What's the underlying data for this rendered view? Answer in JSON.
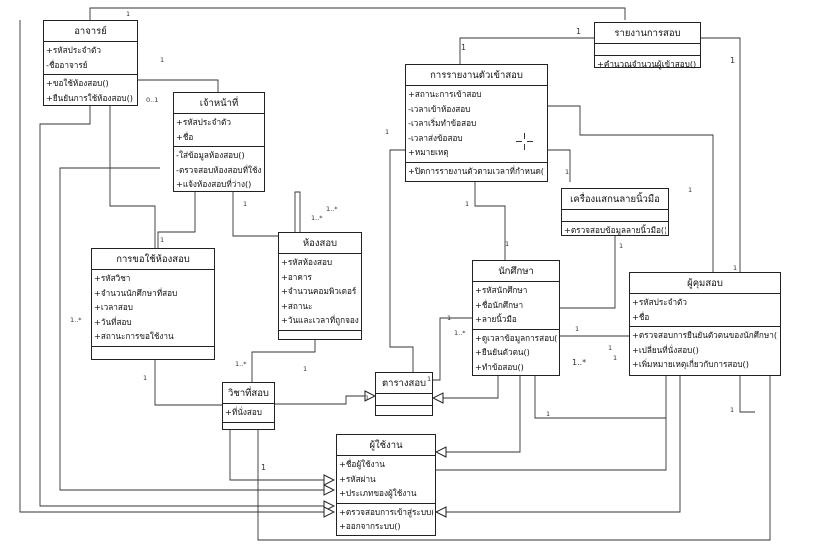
{
  "classes": {
    "teacher": {
      "name": "อาจารย์",
      "attributes": [
        "+รหัสประจำตัว",
        "-ชื่ออาจารย์"
      ],
      "methods": [
        "+ขอใช้ห้องสอบ()",
        "+ยืนยันการใช้ห้องสอบ()"
      ]
    },
    "officer": {
      "name": "เจ้าหน้าที่",
      "attributes": [
        "+รหัสประจำตัว",
        "+ชื่อ"
      ],
      "methods": [
        "-ใส่ข้อมูลห้องสอบ()",
        "-ตรวจสอบห้องสอบที่ใช้งานได้()",
        "+แจ้งห้องสอบที่ว่าง()"
      ]
    },
    "exam_report": {
      "name": "รายงานการสอบ",
      "attributes": [],
      "methods": [
        "+คำนวณจำนวนผู้เข้าสอบ()"
      ]
    },
    "attendance_report": {
      "name": "การรายงานตัวเข้าสอบ",
      "attributes": [
        "+สถานะการเข้าสอบ",
        "-เวลาเข้าห้องสอบ",
        "-เวลาเริ่มทำข้อสอบ",
        "-เวลาส่งข้อสอบ",
        "+หมายเหตุ"
      ],
      "methods": [
        "+ปิดการรายงานตัวตามเวลาที่กำหนด()"
      ]
    },
    "fingerprint_scanner": {
      "name": "เครื่องแสกนลายนิ้วมือ",
      "attributes": [],
      "methods": [
        "+ตรวจสอบข้อมูลลายนิ้วมือ()"
      ]
    },
    "room_request": {
      "name": "การขอใช้ห้องสอบ",
      "attributes": [
        "+รหัสวิชา",
        "+จำนวนนักศึกษาที่สอบ",
        "+เวลาสอบ",
        "+วันที่สอบ",
        "+สถานะการขอใช้งาน"
      ],
      "methods": []
    },
    "exam_room": {
      "name": "ห้องสอบ",
      "attributes": [
        "+รหัสห้องสอบ",
        "+อาคาร",
        "+จำนวนคอมพิวเตอร์",
        "+สถานะ",
        "+วันและเวลาที่ถูกจอง"
      ],
      "methods": []
    },
    "student": {
      "name": "นักศึกษา",
      "attributes": [
        "+รหัสนักศึกษา",
        "+ชื่อนักศึกษา",
        "+ลายนิ้วมือ"
      ],
      "methods": [
        "+ดูเวลาข้อมูลการสอบ()",
        "+ยืนยันตัวตน()",
        "+ทำข้อสอบ()"
      ]
    },
    "proctor": {
      "name": "ผู้คุมสอบ",
      "attributes": [
        "+รหัสประจำตัว",
        "+ชื่อ"
      ],
      "methods": [
        "+ตรวจสอบการยืนยันตัวตนของนักศึกษา()",
        "+เปลี่ยนที่นั่งสอบ()",
        "+เพิ่มหมายเหตุเกี่ยวกับการสอบ()"
      ]
    },
    "exam_subject": {
      "name": "วิชาที่สอบ",
      "attributes": [
        "+ที่นั่งสอบ"
      ],
      "methods": []
    },
    "exam_table": {
      "name": "ตารางสอบ",
      "attributes": [],
      "methods": []
    },
    "user": {
      "name": "ผู้ใช้งาน",
      "attributes": [
        "+ชื่อผู้ใช้งาน",
        "+รหัสผ่าน",
        "+ประเภทของผู้ใช้งาน"
      ],
      "methods": [
        "+ตรวจสอบการเข้าสู่ระบบ()",
        "+ออกจากระบบ()"
      ]
    }
  },
  "multiplicities": [
    "1",
    "1",
    "1",
    "1",
    "1",
    "0..1",
    "1",
    "1",
    "1",
    "1..*",
    "1",
    "1",
    "1",
    "1",
    "1",
    "1..*",
    "1",
    "1..*",
    "1",
    "1",
    "1",
    "1..*",
    "1",
    "1",
    "1",
    "1",
    "1",
    "1..*",
    "1..*",
    "1",
    "1",
    "1"
  ]
}
